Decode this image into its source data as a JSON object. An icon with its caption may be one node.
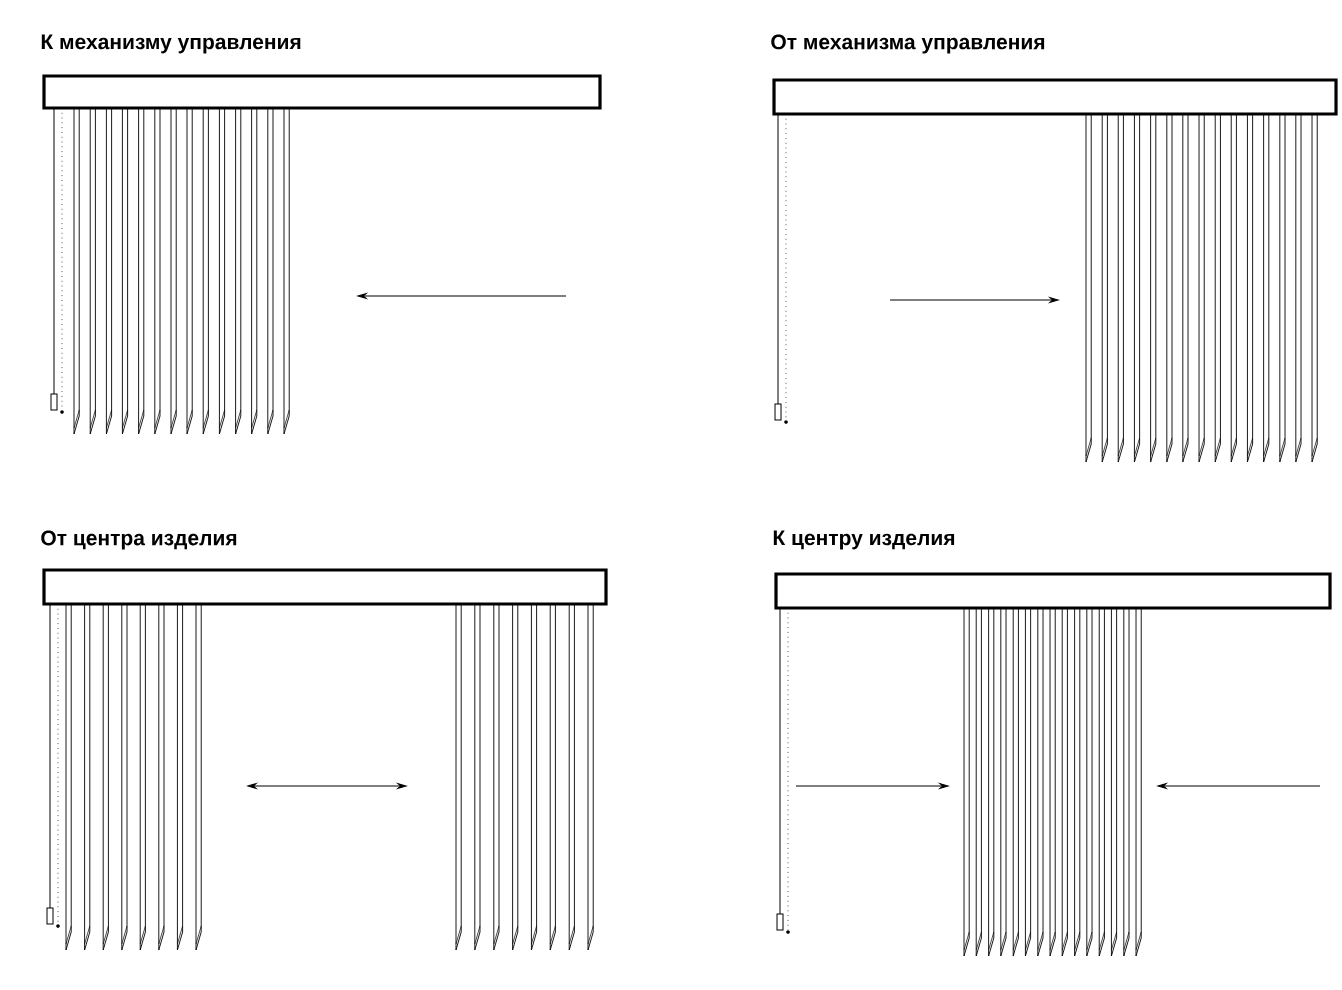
{
  "diagram": {
    "labels": [
      "К механизму управления",
      "От механизма управления",
      "От центра изделия",
      "К центру изделия"
    ]
  }
}
